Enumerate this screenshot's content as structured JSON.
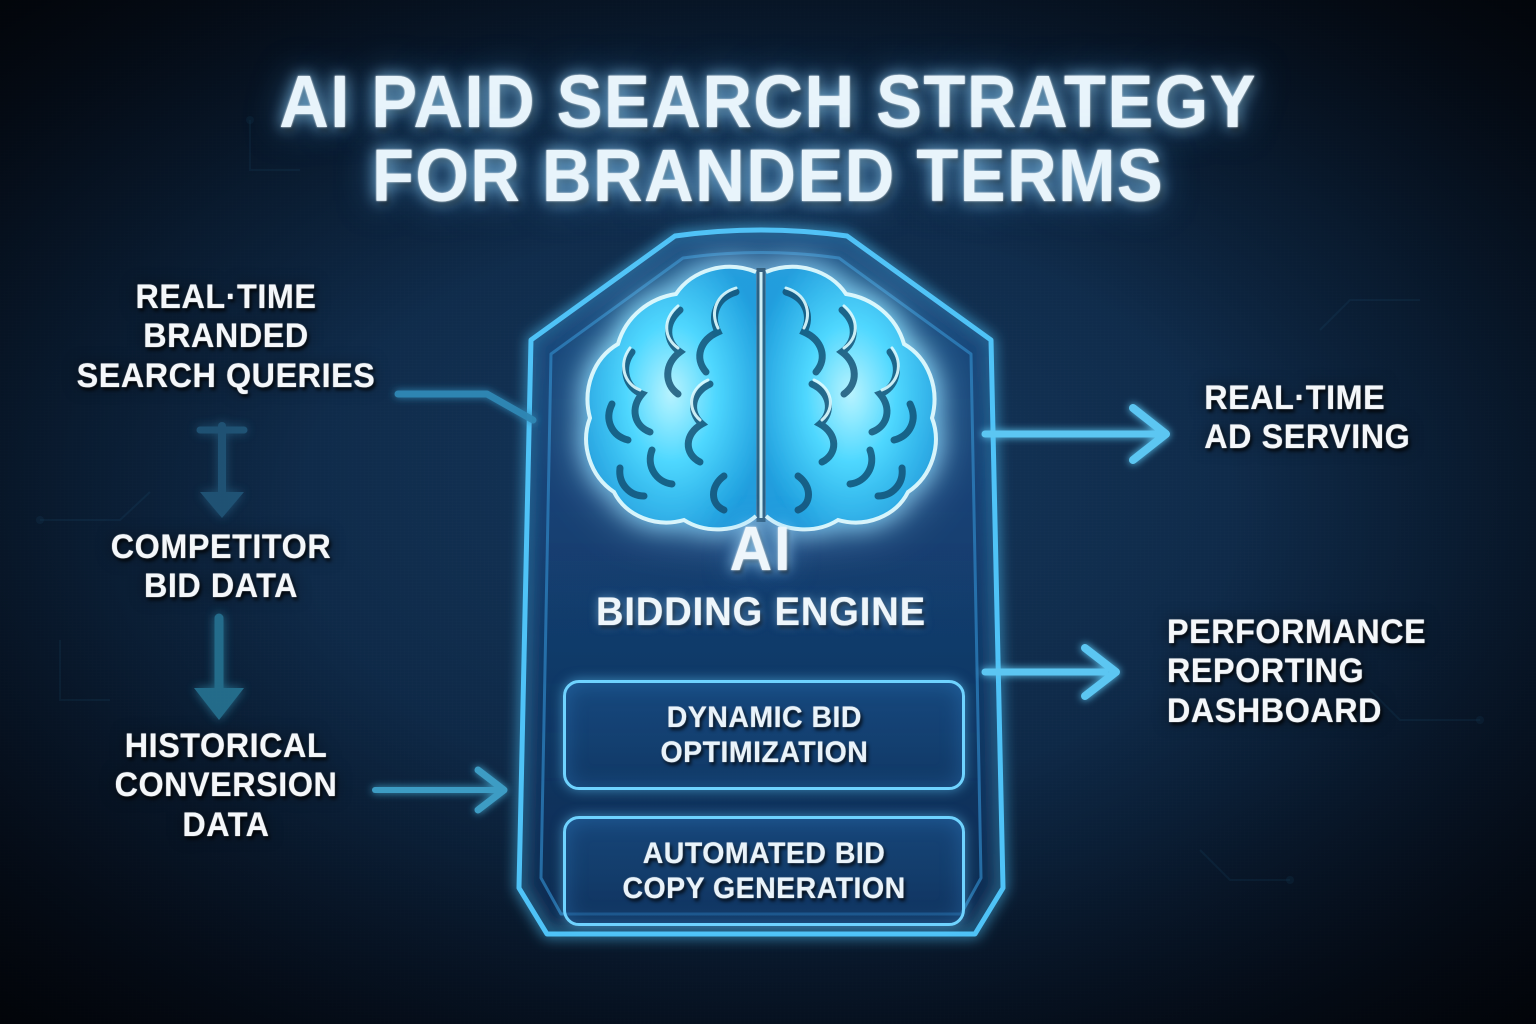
{
  "title": {
    "line1": "AI PAID SEARCH STRATEGY",
    "line2": "FOR BRANDED TERMS"
  },
  "colors": {
    "background": "#0d2742",
    "accent_cyan": "#6fd3ff",
    "glow_blue": "#3fb7ef",
    "text_light": "#f4f7fa",
    "arrow_dim": "#2f7fa8",
    "brain_glow": "#4fd8ff"
  },
  "inputs": [
    {
      "id": "real-time-branded-search-queries",
      "label": "REAL·TIME\nBRANDED\nSEARCH QUERIES"
    },
    {
      "id": "competitor-bid-data",
      "label": "COMPETITOR\nBID DATA"
    },
    {
      "id": "historical-conversion-data",
      "label": "HISTORICAL\nCONVERSION\nDATA"
    }
  ],
  "outputs": [
    {
      "id": "real-time-ad-serving",
      "label": "REAL·TIME\nAD SERVING"
    },
    {
      "id": "performance-reporting-dashboard",
      "label": "PERFORMANCE\nREPORTING\nDASHBOARD"
    }
  ],
  "engine": {
    "icon": "brain-icon",
    "headline": "AI",
    "subhead": "BIDDING ENGINE",
    "features": [
      {
        "id": "dynamic-bid-optimization",
        "label": "DYNAMIC BID\nOPTIMIZATION"
      },
      {
        "id": "automated-bid-copy-generation",
        "label": "AUTOMATED BID\nCOPY GENERATION"
      }
    ]
  },
  "connectors": [
    {
      "id": "queries-to-engine",
      "from": "real-time-branded-search-queries",
      "to": "engine",
      "arrowhead": false
    },
    {
      "id": "queries-to-competitor",
      "from": "real-time-branded-search-queries",
      "to": "competitor-bid-data",
      "arrowhead": true,
      "direction": "down"
    },
    {
      "id": "competitor-to-engine",
      "from": "competitor-bid-data",
      "to": "engine",
      "arrowhead": false
    },
    {
      "id": "competitor-to-historical",
      "from": "competitor-bid-data",
      "to": "historical-conversion-data",
      "arrowhead": true,
      "direction": "down"
    },
    {
      "id": "historical-to-engine",
      "from": "historical-conversion-data",
      "to": "engine",
      "arrowhead": true,
      "direction": "right"
    },
    {
      "id": "engine-to-ad-serving",
      "from": "engine",
      "to": "real-time-ad-serving",
      "arrowhead": true,
      "direction": "right"
    },
    {
      "id": "engine-to-dashboard",
      "from": "engine",
      "to": "performance-reporting-dashboard",
      "arrowhead": true,
      "direction": "right"
    }
  ]
}
